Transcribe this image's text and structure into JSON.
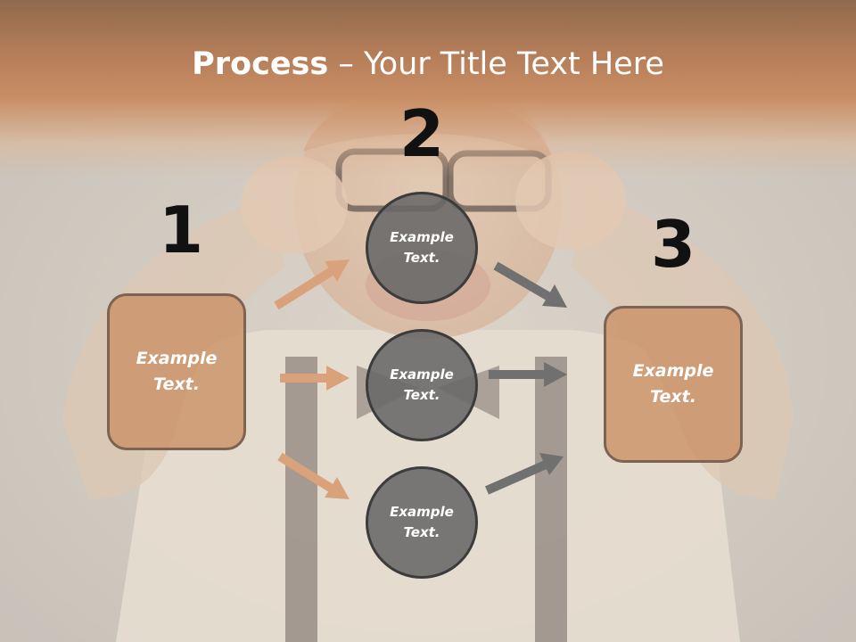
{
  "slide": {
    "title_bold": "Process",
    "title_rest": " – Your Title Text Here",
    "step_numbers": [
      "1",
      "2",
      "3"
    ],
    "left_box": {
      "line1": "Example",
      "line2": "Text."
    },
    "right_box": {
      "line1": "Example",
      "line2": "Text."
    },
    "circles": [
      {
        "line1": "Example",
        "line2": "Text."
      },
      {
        "line1": "Example",
        "line2": "Text."
      },
      {
        "line1": "Example",
        "line2": "Text."
      }
    ]
  },
  "colors": {
    "header_band": "#c98e65",
    "box_fill": "#cb9268",
    "box_border": "#7e6352",
    "circle_fill": "#686868",
    "circle_border": "#3c3c3c",
    "arrow_left": "#d9a27b",
    "arrow_right": "#707070"
  },
  "icons": {
    "arrow": "right-arrow-icon"
  }
}
